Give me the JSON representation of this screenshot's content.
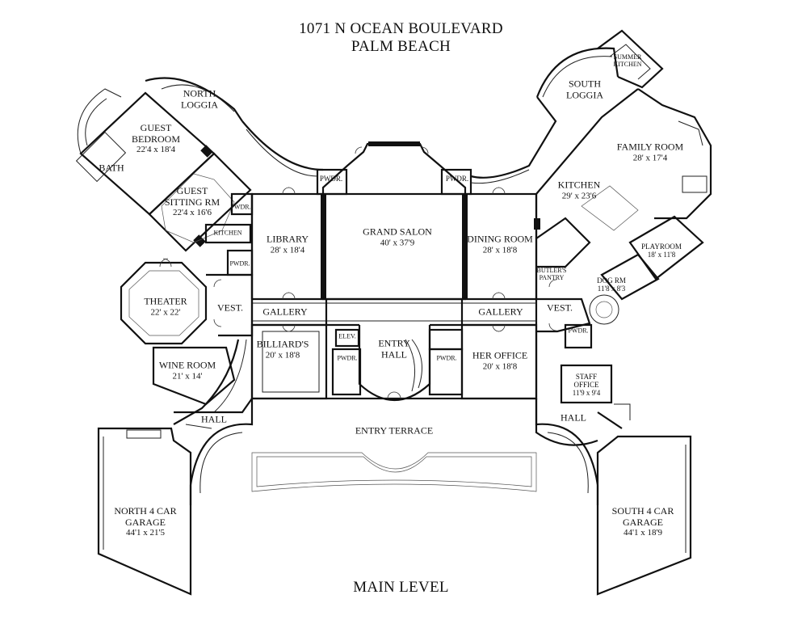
{
  "header": {
    "address": "1071 N OCEAN BOULEVARD",
    "city": "PALM BEACH"
  },
  "footer": {
    "level": "MAIN LEVEL"
  },
  "rooms": {
    "north_loggia": {
      "name": "NORTH LOGGIA"
    },
    "south_loggia": {
      "name": "SOUTH LOGGIA"
    },
    "summer_kitchen": {
      "name": "SUMMER KITCHEN"
    },
    "guest_bedroom": {
      "name": "GUEST BEDROOM",
      "dims": "22'4 x 18'4"
    },
    "bath": {
      "name": "BATH"
    },
    "guest_sitting": {
      "name": "GUEST SITTING RM",
      "dims": "22'4 x 16'6"
    },
    "pwdr_guest": {
      "name": "PWDR."
    },
    "kitchen_guest": {
      "name": "KITCHEN"
    },
    "pwdr_west": {
      "name": "PWDR."
    },
    "library": {
      "name": "LIBRARY",
      "dims": "28' x 18'4"
    },
    "pwdr_salon_left": {
      "name": "PWDR."
    },
    "grand_salon": {
      "name": "GRAND SALON",
      "dims": "40' x 37'9"
    },
    "pwdr_salon_right": {
      "name": "PWDR."
    },
    "dining_room": {
      "name": "DINING ROOM",
      "dims": "28' x 18'8"
    },
    "family_room": {
      "name": "FAMILY ROOM",
      "dims": "28' x 17'4"
    },
    "kitchen_main": {
      "name": "KITCHEN",
      "dims": "29' x 23'6"
    },
    "playroom": {
      "name": "PLAYROOM",
      "dims": "18' x 11'8"
    },
    "butlers_pantry": {
      "name": "BUTLER'S PANTRY"
    },
    "dog_rm": {
      "name": "DOG RM",
      "dims": "11'8 x 8'3"
    },
    "theater": {
      "name": "THEATER",
      "dims": "22' x 22'"
    },
    "vest_west": {
      "name": "VEST."
    },
    "gallery_west": {
      "name": "GALLERY"
    },
    "gallery_east": {
      "name": "GALLERY"
    },
    "vest_east": {
      "name": "VEST."
    },
    "billiards": {
      "name": "BILLIARD'S",
      "dims": "20' x 18'8"
    },
    "elev": {
      "name": "ELEV."
    },
    "entry_hall": {
      "name": "ENTRY HALL"
    },
    "pwdr_entry_left": {
      "name": "PWDR."
    },
    "pwdr_entry_right": {
      "name": "PWDR."
    },
    "her_office": {
      "name": "HER OFFICE",
      "dims": "20' x 18'8"
    },
    "pwdr_east": {
      "name": "PWDR."
    },
    "wine_room": {
      "name": "WINE ROOM",
      "dims": "21' x 14'"
    },
    "staff_office": {
      "name": "STAFF OFFICE",
      "dims": "11'9 x 9'4"
    },
    "hall_west": {
      "name": "HALL"
    },
    "hall_east": {
      "name": "HALL"
    },
    "entry_terrace": {
      "name": "ENTRY TERRACE"
    },
    "north_garage": {
      "name": "NORTH 4 CAR GARAGE",
      "dims": "44'1 x 21'5"
    },
    "south_garage": {
      "name": "SOUTH 4 CAR GARAGE",
      "dims": "44'1 x 18'9"
    }
  }
}
